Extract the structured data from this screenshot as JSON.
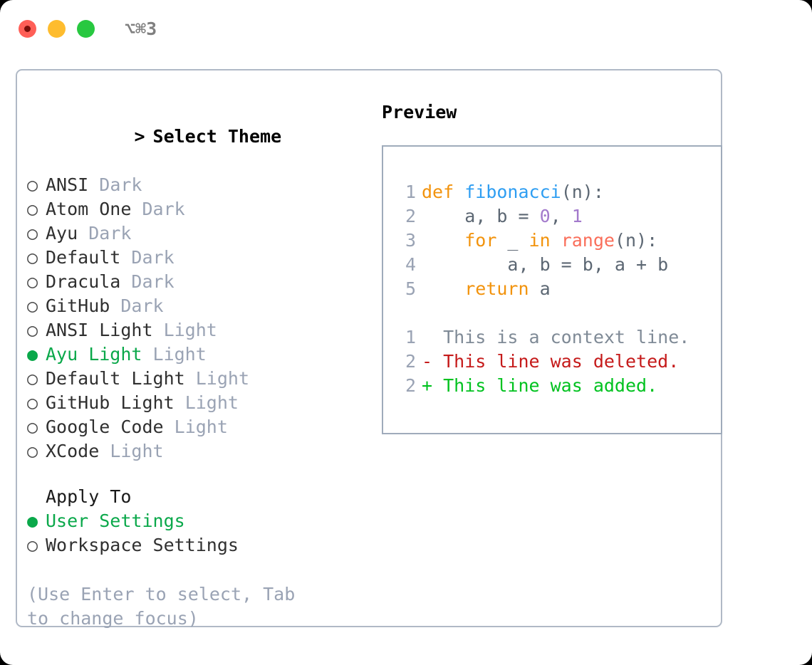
{
  "window": {
    "shortcut": "⌥⌘3",
    "traffic_lights": [
      "close-dot",
      "minimize-dot",
      "maximize-dot"
    ],
    "colors": {
      "close": "#ff5f57",
      "minimize": "#febc2e",
      "maximize": "#28c840",
      "accent_green": "#0aa84a",
      "muted": "#9aa3b4",
      "panel_border": "#b0b9c6",
      "preview_border": "#9fabbb"
    }
  },
  "theme_picker": {
    "caret": ">",
    "heading": "Select Theme",
    "marker_selected": "●",
    "marker_unselected": "○",
    "items": [
      {
        "name": "ANSI",
        "category": "Dark",
        "selected": false
      },
      {
        "name": "Atom One",
        "category": "Dark",
        "selected": false
      },
      {
        "name": "Ayu",
        "category": "Dark",
        "selected": false
      },
      {
        "name": "Default",
        "category": "Dark",
        "selected": false
      },
      {
        "name": "Dracula",
        "category": "Dark",
        "selected": false
      },
      {
        "name": "GitHub",
        "category": "Dark",
        "selected": false
      },
      {
        "name": "ANSI Light",
        "category": "Light",
        "selected": false
      },
      {
        "name": "Ayu Light",
        "category": "Light",
        "selected": true
      },
      {
        "name": "Default Light",
        "category": "Light",
        "selected": false
      },
      {
        "name": "GitHub Light",
        "category": "Light",
        "selected": false
      },
      {
        "name": "Google Code",
        "category": "Light",
        "selected": false
      },
      {
        "name": "XCode",
        "category": "Light",
        "selected": false
      }
    ]
  },
  "apply_to": {
    "heading": "Apply To",
    "items": [
      {
        "name": "User Settings",
        "selected": true
      },
      {
        "name": "Workspace Settings",
        "selected": false
      }
    ]
  },
  "hint": "(Use Enter to select, Tab to change focus)",
  "preview": {
    "heading": "Preview",
    "code_lines": [
      {
        "number": "1",
        "tokens": [
          {
            "t": "def",
            "c": "kw"
          },
          {
            "t": " ",
            "c": "pl"
          },
          {
            "t": "fibonacci",
            "c": "fn"
          },
          {
            "t": "(n):",
            "c": "pl"
          }
        ]
      },
      {
        "number": "2",
        "tokens": [
          {
            "t": "    a, b = ",
            "c": "pl"
          },
          {
            "t": "0",
            "c": "num"
          },
          {
            "t": ", ",
            "c": "pl"
          },
          {
            "t": "1",
            "c": "num"
          }
        ]
      },
      {
        "number": "3",
        "tokens": [
          {
            "t": "    ",
            "c": "pl"
          },
          {
            "t": "for",
            "c": "kw"
          },
          {
            "t": " _ ",
            "c": "pl"
          },
          {
            "t": "in",
            "c": "kw"
          },
          {
            "t": " ",
            "c": "pl"
          },
          {
            "t": "range",
            "c": "bi"
          },
          {
            "t": "(n):",
            "c": "pl"
          }
        ]
      },
      {
        "number": "4",
        "tokens": [
          {
            "t": "        a, b = b, a + b",
            "c": "pl"
          }
        ]
      },
      {
        "number": "5",
        "tokens": [
          {
            "t": "    ",
            "c": "pl"
          },
          {
            "t": "return",
            "c": "kw"
          },
          {
            "t": " a",
            "c": "pl"
          }
        ]
      }
    ],
    "diff_lines": [
      {
        "number": "1",
        "sign": " ",
        "text": " This is a context line.",
        "kind": "diff-ctx"
      },
      {
        "number": "2",
        "sign": "-",
        "text": " This line was deleted.",
        "kind": "diff-del"
      },
      {
        "number": "2",
        "sign": "+",
        "text": " This line was added.",
        "kind": "diff-add"
      }
    ]
  }
}
